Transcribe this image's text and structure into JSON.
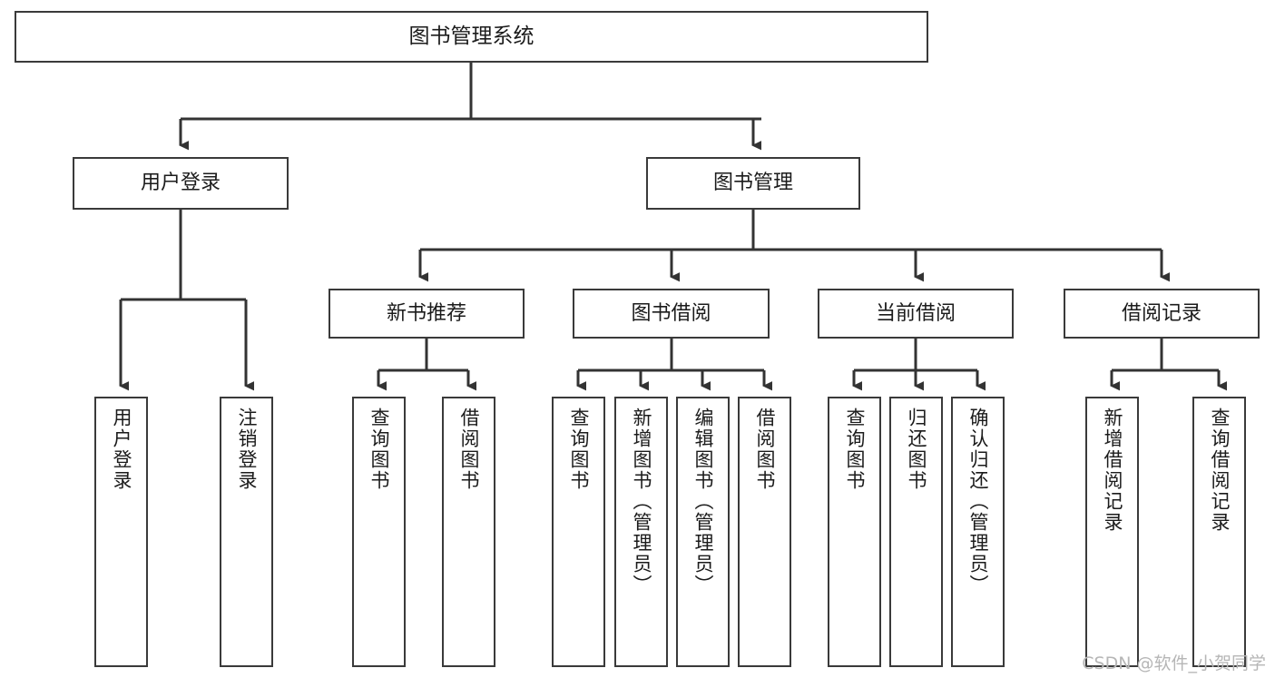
{
  "diagram": {
    "title": "图书管理系统",
    "type": "tree-hierarchy-functional-decomposition",
    "root": {
      "label": "图书管理系统"
    },
    "level2": [
      {
        "label": "用户登录"
      },
      {
        "label": "图书管理"
      }
    ],
    "level3": [
      {
        "label": "新书推荐"
      },
      {
        "label": "图书借阅"
      },
      {
        "label": "当前借阅"
      },
      {
        "label": "借阅记录"
      }
    ],
    "leaves": {
      "user_login": [
        {
          "label": "用户登录"
        },
        {
          "label": "注销登录"
        }
      ],
      "new_book_recommend": [
        {
          "label": "查询图书"
        },
        {
          "label": "借阅图书"
        }
      ],
      "book_borrow": [
        {
          "label": "查询图书"
        },
        {
          "label": "新增图书（管理员）"
        },
        {
          "label": "编辑图书（管理员）"
        },
        {
          "label": "借阅图书"
        }
      ],
      "current_borrow": [
        {
          "label": "查询图书"
        },
        {
          "label": "归还图书"
        },
        {
          "label": "确认归还（管理员）"
        }
      ],
      "borrow_record": [
        {
          "label": "新增借阅记录"
        },
        {
          "label": "查询借阅记录"
        }
      ]
    }
  },
  "watermark": {
    "text": "CSDN @软件_小贺同学"
  },
  "colors": {
    "box_border": "#3a3a3a",
    "box_fill": "#ffffff",
    "connector": "#333333",
    "text": "#1b1b1b",
    "watermark": "#b6b6b6"
  }
}
